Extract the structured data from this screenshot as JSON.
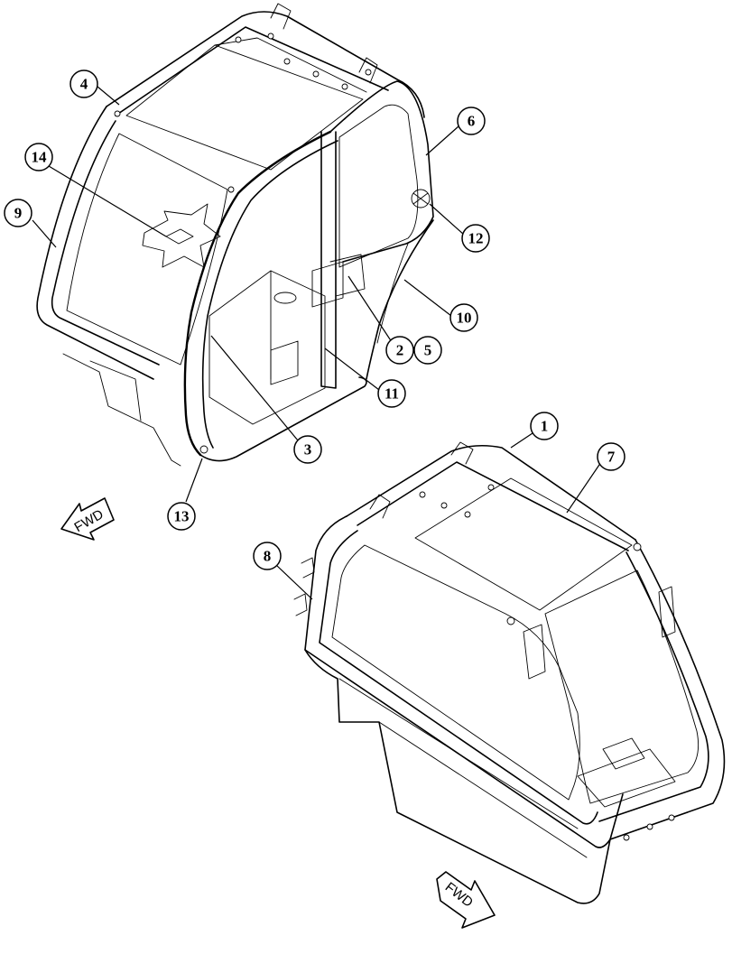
{
  "diagram": {
    "callouts": [
      {
        "id": "c1",
        "label": "1"
      },
      {
        "id": "c2",
        "label": "2"
      },
      {
        "id": "c3",
        "label": "3"
      },
      {
        "id": "c4",
        "label": "4"
      },
      {
        "id": "c5",
        "label": "5"
      },
      {
        "id": "c6",
        "label": "6"
      },
      {
        "id": "c7",
        "label": "7"
      },
      {
        "id": "c8",
        "label": "8"
      },
      {
        "id": "c9",
        "label": "9"
      },
      {
        "id": "c10",
        "label": "10"
      },
      {
        "id": "c11",
        "label": "11"
      },
      {
        "id": "c12",
        "label": "12"
      },
      {
        "id": "c13",
        "label": "13"
      },
      {
        "id": "c14",
        "label": "14"
      }
    ],
    "direction_arrows": [
      {
        "id": "fwd-left",
        "label": "FWD"
      },
      {
        "id": "fwd-right",
        "label": "FWD"
      }
    ]
  }
}
